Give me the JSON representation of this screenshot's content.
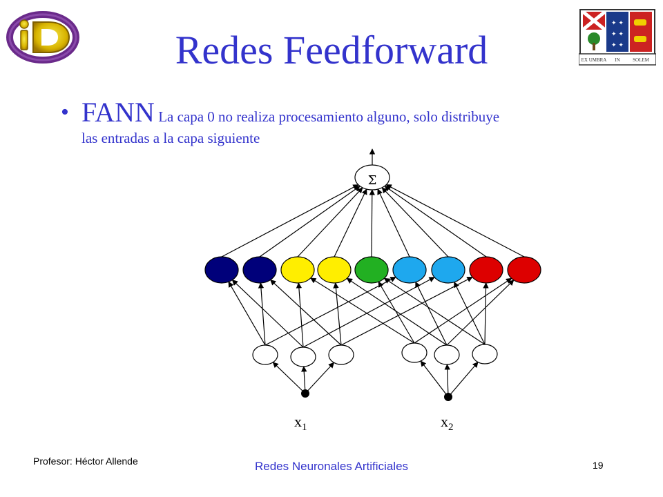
{
  "slide": {
    "title": "Redes Feedforward",
    "bullet": {
      "head": "FANN",
      "body": " La capa 0 no realiza procesamiento alguno, solo distribuye",
      "line2": "las entradas a la capa siguiente"
    }
  },
  "diagram": {
    "sum_symbol": "Σ",
    "inputs": [
      {
        "label": "x",
        "sub": "1"
      },
      {
        "label": "x",
        "sub": "2"
      }
    ],
    "hidden_node_colors": [
      "#00007a",
      "#00007a",
      "#ffee00",
      "#ffee00",
      "#22b022",
      "#1ea8ee",
      "#1ea8ee",
      "#dd0000",
      "#dd0000"
    ],
    "input_layer_count": 6,
    "text_color": "#3333cc"
  },
  "logos": {
    "left_icon": "id-logo-icon",
    "right_icon": "university-shield-icon",
    "banner_left": "EX UMBRA",
    "banner_mid": "IN",
    "banner_right": "SOLEM"
  },
  "footer": {
    "author": "Profesor: Héctor Allende",
    "course": "Redes Neuronales Artificiales",
    "page": "19"
  }
}
